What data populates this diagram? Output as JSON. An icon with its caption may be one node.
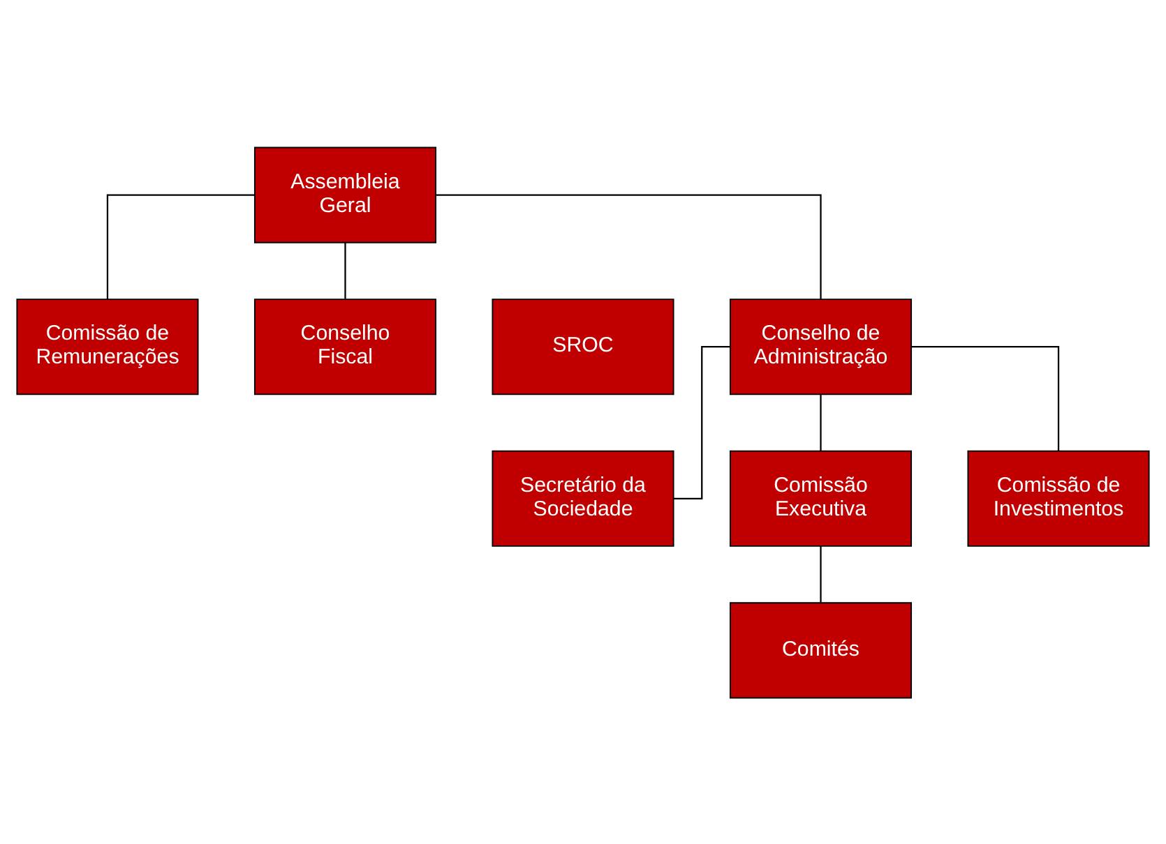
{
  "diagram": {
    "nodes": [
      {
        "text": [
          "Assembleia Geral"
        ]
      },
      {
        "text": [
          "Comissão de Remunerações"
        ]
      },
      {
        "text": [
          "Conselho Fiscal"
        ]
      },
      {
        "text": [
          "SROC"
        ]
      },
      {
        "text": [
          "Conselho de Administração"
        ]
      },
      {
        "text": [
          "Secretário da Sociedade"
        ]
      },
      {
        "text": [
          "Comissão Executiva"
        ]
      },
      {
        "text": [
          "Comissão de Investimentos"
        ]
      },
      {
        "text": [
          "Comités"
        ]
      }
    ],
    "edges": [
      {
        "from": 0,
        "to": 1,
        "arrow": "none"
      },
      {
        "from": 0,
        "to": 2,
        "arrow": "none"
      },
      {
        "from": 0,
        "to": 4,
        "arrow": "none"
      },
      {
        "from": 4,
        "to": 5,
        "arrow": "none"
      },
      {
        "from": 4,
        "to": 6,
        "arrow": "none"
      },
      {
        "from": 4,
        "to": 7,
        "arrow": "none"
      },
      {
        "from": 6,
        "to": 8,
        "arrow": "none"
      }
    ]
  }
}
